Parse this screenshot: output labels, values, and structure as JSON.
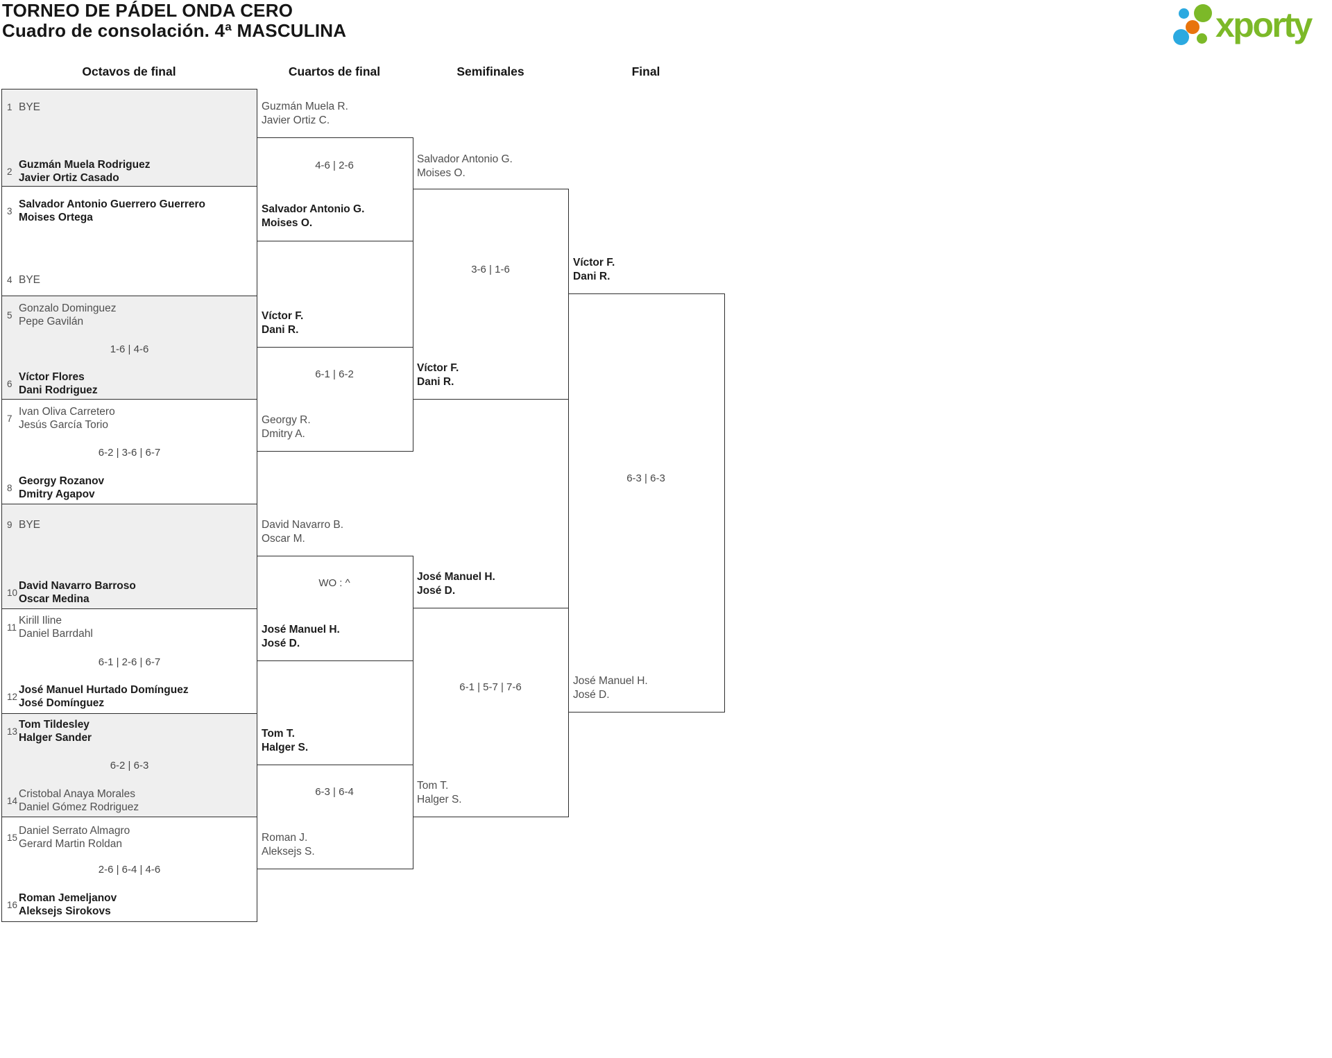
{
  "header": {
    "title_line1": "TORNEO DE PÁDEL ONDA CERO",
    "title_line2": "Cuadro de consolación. 4ª MASCULINA",
    "logo_text": "xporty",
    "logo_colors": {
      "green": "#7cb928",
      "blue": "#2ba9e0",
      "orange": "#e8740c"
    }
  },
  "rounds": [
    {
      "label": "Octavos de final"
    },
    {
      "label": "Cuartos de final"
    },
    {
      "label": "Semifinales"
    },
    {
      "label": "Final"
    }
  ],
  "r16": [
    {
      "shaded": true,
      "winner": "b",
      "score": "",
      "a": {
        "seed": "1",
        "line1": "BYE",
        "line2": ""
      },
      "b": {
        "seed": "2",
        "line1": "Guzmán Muela Rodriguez",
        "line2": "Javier Ortiz Casado"
      }
    },
    {
      "shaded": false,
      "winner": "a",
      "score": "",
      "a": {
        "seed": "3",
        "line1": "Salvador Antonio Guerrero Guerrero",
        "line2": "Moises Ortega"
      },
      "b": {
        "seed": "4",
        "line1": "BYE",
        "line2": ""
      }
    },
    {
      "shaded": true,
      "winner": "b",
      "score": "1-6 | 4-6",
      "a": {
        "seed": "5",
        "line1": "Gonzalo Dominguez",
        "line2": "Pepe Gavilán"
      },
      "b": {
        "seed": "6",
        "line1": "Víctor Flores",
        "line2": "Dani Rodriguez"
      }
    },
    {
      "shaded": false,
      "winner": "b",
      "score": "6-2 | 3-6 | 6-7",
      "a": {
        "seed": "7",
        "line1": "Ivan Oliva Carretero",
        "line2": "Jesús García Torio"
      },
      "b": {
        "seed": "8",
        "line1": "Georgy Rozanov",
        "line2": "Dmitry Agapov"
      }
    },
    {
      "shaded": true,
      "winner": "b",
      "score": "",
      "a": {
        "seed": "9",
        "line1": "BYE",
        "line2": ""
      },
      "b": {
        "seed": "10",
        "line1": "David Navarro Barroso",
        "line2": "Oscar Medina"
      }
    },
    {
      "shaded": false,
      "winner": "b",
      "score": "6-1 | 2-6 | 6-7",
      "a": {
        "seed": "11",
        "line1": "Kirill Iline",
        "line2": "Daniel Barrdahl"
      },
      "b": {
        "seed": "12",
        "line1": "José Manuel Hurtado Domínguez",
        "line2": "José Domínguez"
      }
    },
    {
      "shaded": true,
      "winner": "a",
      "score": "6-2 | 6-3",
      "a": {
        "seed": "13",
        "line1": "Tom Tildesley",
        "line2": "Halger Sander"
      },
      "b": {
        "seed": "14",
        "line1": "Cristobal Anaya Morales",
        "line2": "Daniel Gómez Rodriguez"
      }
    },
    {
      "shaded": false,
      "winner": "b",
      "score": "2-6 | 6-4 | 4-6",
      "a": {
        "seed": "15",
        "line1": "Daniel Serrato Almagro",
        "line2": "Gerard Martin Roldan"
      },
      "b": {
        "seed": "16",
        "line1": "Roman Jemeljanov",
        "line2": "Aleksejs Sirokovs"
      }
    }
  ],
  "qf": [
    {
      "winner": "bottom",
      "score": "4-6 | 2-6",
      "top": {
        "line1": "Guzmán Muela R.",
        "line2": "Javier Ortiz C."
      },
      "bottom": {
        "line1": "Salvador Antonio G.",
        "line2": "Moises O."
      }
    },
    {
      "winner": "top",
      "score": "6-1 | 6-2",
      "top": {
        "line1": "Víctor F.",
        "line2": "Dani R."
      },
      "bottom": {
        "line1": "Georgy R.",
        "line2": "Dmitry A."
      }
    },
    {
      "winner": "bottom",
      "score": "WO : ^",
      "top": {
        "line1": "David Navarro B.",
        "line2": "Oscar M."
      },
      "bottom": {
        "line1": "José Manuel H.",
        "line2": "José D."
      }
    },
    {
      "winner": "top",
      "score": "6-3 | 6-4",
      "top": {
        "line1": "Tom T.",
        "line2": "Halger S."
      },
      "bottom": {
        "line1": "Roman J.",
        "line2": "Aleksejs S."
      }
    }
  ],
  "sf": [
    {
      "winner": "bottom",
      "score": "3-6 | 1-6",
      "top": {
        "line1": "Salvador Antonio G.",
        "line2": "Moises O."
      },
      "bottom": {
        "line1": "Víctor F.",
        "line2": "Dani R."
      }
    },
    {
      "winner": "top",
      "score": "6-1 | 5-7 | 7-6",
      "top": {
        "line1": "José Manuel H.",
        "line2": "José D."
      },
      "bottom": {
        "line1": "Tom T.",
        "line2": "Halger S."
      }
    }
  ],
  "final": {
    "winner": "top",
    "score": "6-3 | 6-3",
    "top": {
      "line1": "Víctor F.",
      "line2": "Dani R."
    },
    "bottom": {
      "line1": "José Manuel H.",
      "line2": "José D."
    }
  }
}
